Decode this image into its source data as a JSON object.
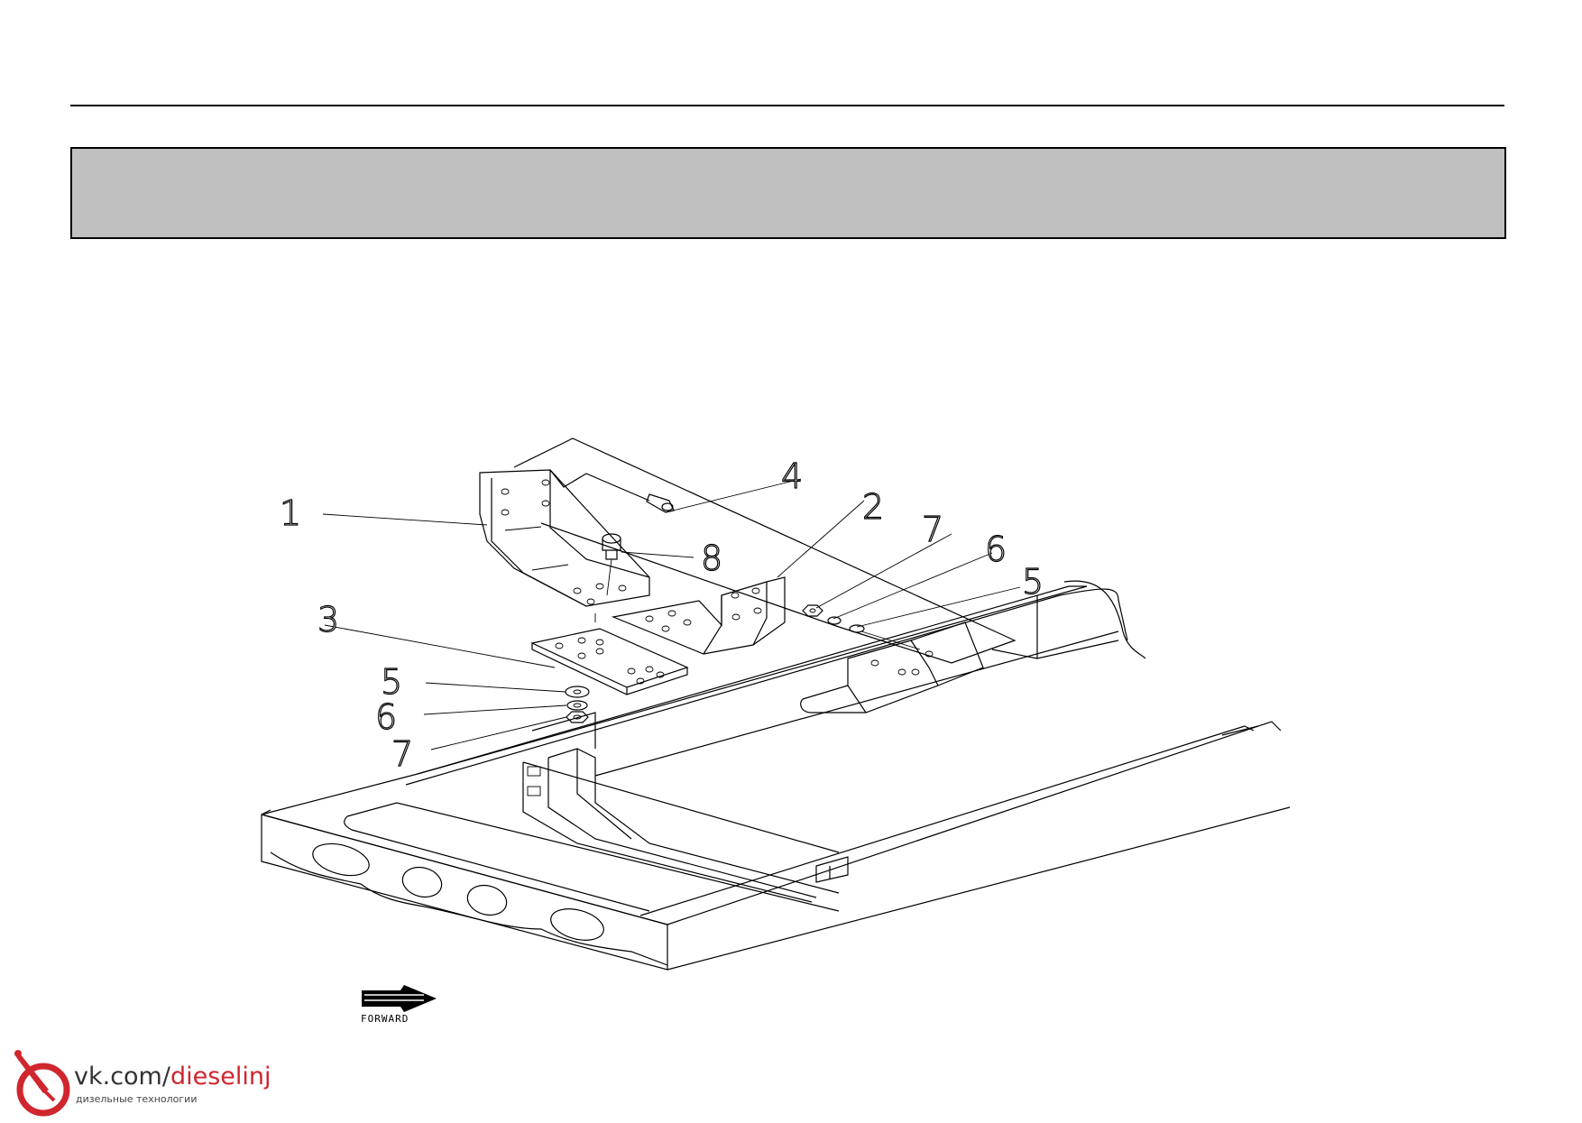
{
  "header": {
    "band_color": "#c0c0c0"
  },
  "diagram": {
    "callouts": [
      "1",
      "2",
      "3",
      "4",
      "5",
      "6",
      "7",
      "8"
    ],
    "direction_label": "FORWARD"
  },
  "watermark": {
    "url_prefix": "vk.com/",
    "url_highlight": "dieselinj",
    "subtitle": "дизельные технологии",
    "brand_color": "#d0262e"
  }
}
